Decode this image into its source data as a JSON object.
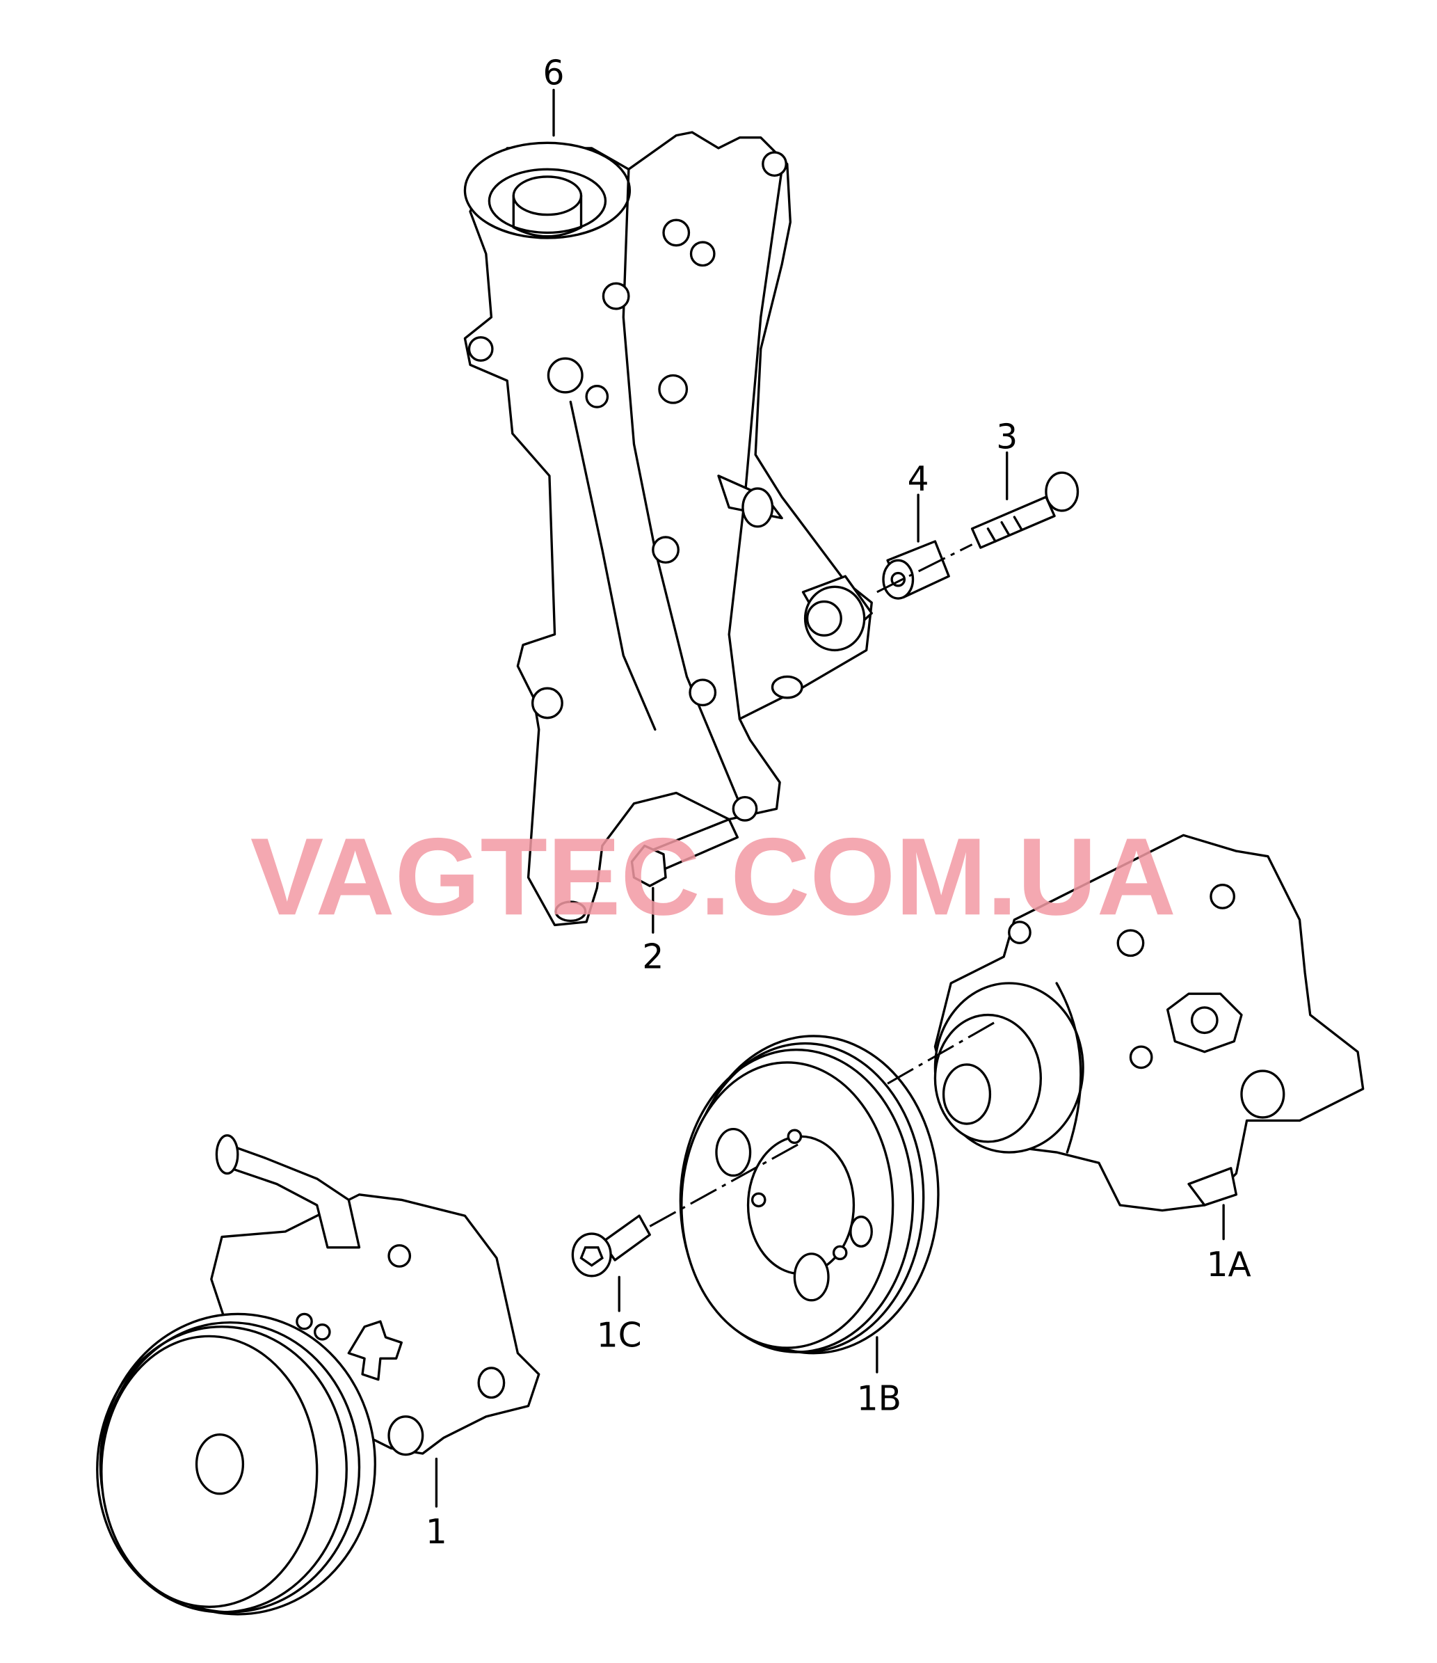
{
  "watermark": "VAGTEC.COM.UA",
  "watermark_color": "#f39aa4",
  "callouts": {
    "c6": "6",
    "c3": "3",
    "c4": "4",
    "c2": "2",
    "c1A": "1A",
    "c1C": "1C",
    "c1B": "1B",
    "c1": "1"
  }
}
